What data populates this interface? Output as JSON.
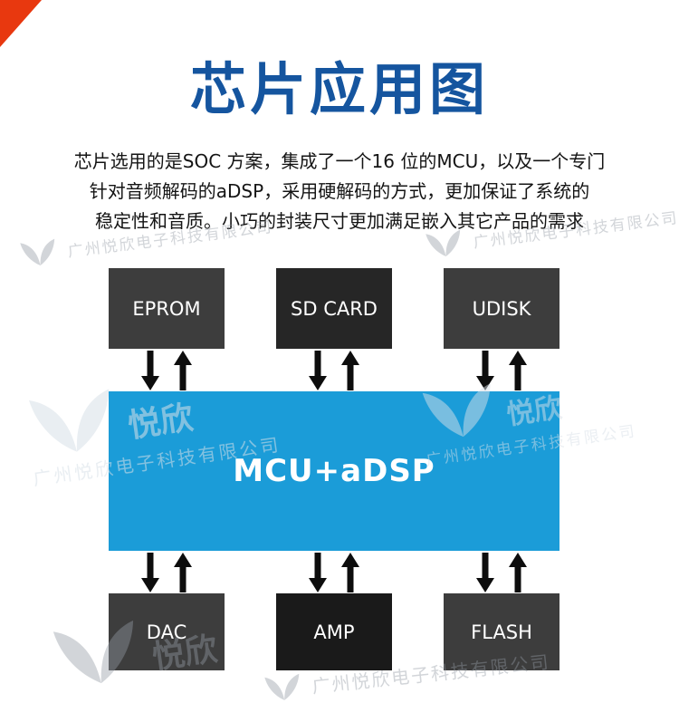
{
  "corner": {
    "color": "#e8380f"
  },
  "header": {
    "title": "芯片应用图",
    "title_color": "#15559f"
  },
  "intro": {
    "lines": [
      "芯片选用的是SOC 方案，集成了一个16 位的MCU，以及一个专门",
      "针对音频解码的aDSP，采用硬解码的方式，更加保证了系统的",
      "稳定性和音质。小巧的封装尺寸更加满足嵌入其它产品的需求"
    ]
  },
  "diagram": {
    "arrow_color": "#0d0d0d",
    "top_row": [
      {
        "label": "EPROM",
        "bg": "#3d3d3d"
      },
      {
        "label": "SD CARD",
        "bg": "#262626"
      },
      {
        "label": "UDISK",
        "bg": "#3d3d3d"
      }
    ],
    "center": {
      "label": "MCU+aDSP",
      "bg": "#1b9cd8"
    },
    "bottom_row": [
      {
        "label": "DAC",
        "bg": "#3d3d3d"
      },
      {
        "label": "AMP",
        "bg": "#1a1a1a"
      },
      {
        "label": "FLASH",
        "bg": "#3d3d3d"
      }
    ]
  },
  "watermark": {
    "company": "广州悦欣电子科技有限公司",
    "brand": "悦欣"
  }
}
